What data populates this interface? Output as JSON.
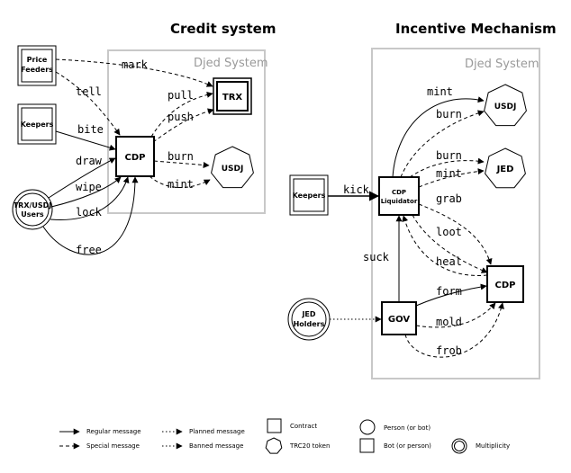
{
  "titles": {
    "credit": "Credit system",
    "incentive": "Incentive Mechanism"
  },
  "systems": {
    "left": "Djed System",
    "right": "Djed System"
  },
  "left": {
    "nodes": {
      "price_feeders": [
        "Price",
        "Feeders"
      ],
      "keepers": "Keepers",
      "users": [
        "TRX/USDJ",
        "Users"
      ],
      "cdp": "CDP",
      "trx": "TRX",
      "usdj": "USDJ"
    },
    "messages": {
      "mark": "mark",
      "tell": "tell",
      "bite": "bite",
      "draw": "draw",
      "wipe": "wipe",
      "lock": "lock",
      "free": "free",
      "pull": "pull",
      "push": "push",
      "burn": "burn",
      "mint": "mint"
    }
  },
  "right": {
    "nodes": {
      "keepers": "Keepers",
      "liquidator": [
        "CDP",
        "Liquidator"
      ],
      "usdj": "USDJ",
      "jed": "JED",
      "cdp": "CDP",
      "gov": "GOV",
      "jed_holders": [
        "JED",
        "Holders"
      ]
    },
    "messages": {
      "mint_usdj": "mint",
      "burn_usdj": "burn",
      "burn_jed": "burn",
      "mint_jed": "mint",
      "kick": "kick",
      "grab": "grab",
      "loot": "loot",
      "heal": "heal",
      "suck": "suck",
      "form": "form",
      "mold": "mold",
      "frob": "frob"
    }
  },
  "legend": {
    "regular": "Regular message",
    "special": "Special message",
    "planned": "Planned message",
    "banned": "Banned message",
    "contract": "Contract",
    "token": "TRC20 token",
    "person": "Person (or bot)",
    "bot": "Bot (or person)",
    "multiplicity": "Multiplicity"
  }
}
